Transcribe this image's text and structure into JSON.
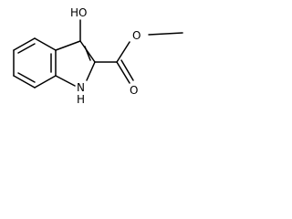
{
  "molecule": {
    "labels": {
      "hydroxyl": "HO",
      "amine": "H",
      "nitrogen": "N",
      "carbonyl_oxygen": "O",
      "ester_oxygen": "O"
    },
    "colors": {
      "bond": "#000000",
      "background": "#ffffff"
    }
  }
}
